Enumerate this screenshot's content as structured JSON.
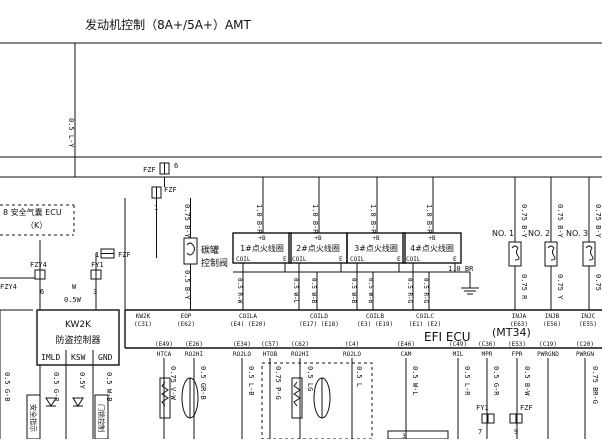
{
  "page": {
    "title": "发动机控制（8A+/5A+）AMT"
  },
  "airbag": {
    "label": "8 安全气囊 ECU",
    "sub": "（K）"
  },
  "top_wire": "0.5 L-Y",
  "fzf_top": {
    "label": "FZF",
    "pin": "6",
    "sub": "FZF",
    "pin2": "1"
  },
  "fuse_fy1": {
    "fzf": "FZF",
    "pin": "1"
  },
  "canister": {
    "line1": "碳罐",
    "line2": "控制阀"
  },
  "coils": [
    {
      "plus": "+B",
      "name": "1#点火线圈",
      "pin_l": "COIL",
      "pin_r": "E",
      "wire": "1.0 B-R"
    },
    {
      "plus": "+B",
      "name": "2#点火线圈",
      "pin_l": "COIL",
      "pin_r": "E",
      "wire": "1.0 B-R"
    },
    {
      "plus": "+B",
      "name": "3#点火线圈",
      "pin_l": "COIL",
      "pin_r": "E",
      "wire": "1.0 B-R"
    },
    {
      "plus": "+B",
      "name": "4#点火线圈",
      "pin_l": "COIL",
      "pin_r": "E",
      "wire": "1.0 B-R"
    }
  ],
  "coil_ground": "1.0 BR",
  "injectors": [
    {
      "label": "NO. 1",
      "wire_top": "0.75 B-Y",
      "wire_bot": "0.75 R"
    },
    {
      "label": "NO. 2",
      "wire_top": "0.75 B-Y",
      "wire_bot": "0.75 Y"
    },
    {
      "label": "NO. 3",
      "wire_top": "0.75 B-Y",
      "wire_bot": "0.75"
    }
  ],
  "left_connectors": {
    "fzy4": {
      "label": "FZY4",
      "pin": "6"
    },
    "fy1": {
      "label": "FY1",
      "pin": "3"
    },
    "side": "FZY4",
    "wire_w": "W",
    "wire_size": "0.5W"
  },
  "immobilizer": {
    "code": "KW2K",
    "name": "防盗控制器",
    "pins": [
      "IMLD",
      "KSW",
      "GND"
    ]
  },
  "ecu": {
    "name": "EFI  ECU",
    "model": "(MT34)"
  },
  "ecu_pins_top": [
    {
      "pin": "KW2K",
      "code": "(C31)"
    },
    {
      "pin": "EOP",
      "code": "(E62)"
    },
    {
      "pin": "COILA",
      "code": "(E4) (E20)"
    },
    {
      "pin": "COILD",
      "code": "(E17) (E18)"
    },
    {
      "pin": "COILB",
      "code": "(E3) (E19)"
    },
    {
      "pin": "COILC",
      "code": "(E1) (E2)"
    },
    {
      "pin": "INJA",
      "code": "(E63)"
    },
    {
      "pin": "INJB",
      "code": "(E56)"
    },
    {
      "pin": "INJC",
      "code": "(E55)"
    }
  ],
  "ecu_pins_bottom": [
    {
      "code": "(E49)",
      "pin": "HTCA"
    },
    {
      "code": "(E26)",
      "pin": "RO2HI"
    },
    {
      "code": "(E34)",
      "pin": "RO2LO"
    },
    {
      "code": "(C57)",
      "pin": "HTOB"
    },
    {
      "code": "(C62)",
      "pin": "RO2HI"
    },
    {
      "code": "(C4)",
      "pin": "RO2LO"
    },
    {
      "code": "(E46)",
      "pin": "CAM"
    },
    {
      "code": "(C49)",
      "pin": "MIL"
    },
    {
      "code": "(C36)",
      "pin": "MPR"
    },
    {
      "code": "(E53)",
      "pin": "FPR"
    },
    {
      "code": "(C19)",
      "pin": "PWRGND"
    },
    {
      "code": "(C20)",
      "pin": "PWRGN"
    }
  ],
  "wires_mid": [
    "0.5 B-Y",
    "0.75 B-Y",
    "0.5 R-W",
    "0.5 W-L",
    "0.5 W-B",
    "0.5 R-G",
    "0.5 R-G"
  ],
  "wires_bottom": [
    "0.5 G-R",
    "0.5Y",
    "0.5 W-B",
    "0.75 V-W",
    "0.5 GR-B",
    "0.5 L-B",
    "0.75 P-G",
    "0.5 LG",
    "0.5 L",
    "0.5 W-L",
    "0.5 L-R",
    "0.5 G-R",
    "0.5 B-W",
    "0.75 BR-G"
  ],
  "bottom_fuses": [
    {
      "label": "FY1",
      "pin": "7"
    },
    {
      "label": "FZF",
      "pin": "9"
    }
  ],
  "bottom_misc": {
    "a": "安全指示",
    "b": "门锁控制",
    "n": "3"
  }
}
